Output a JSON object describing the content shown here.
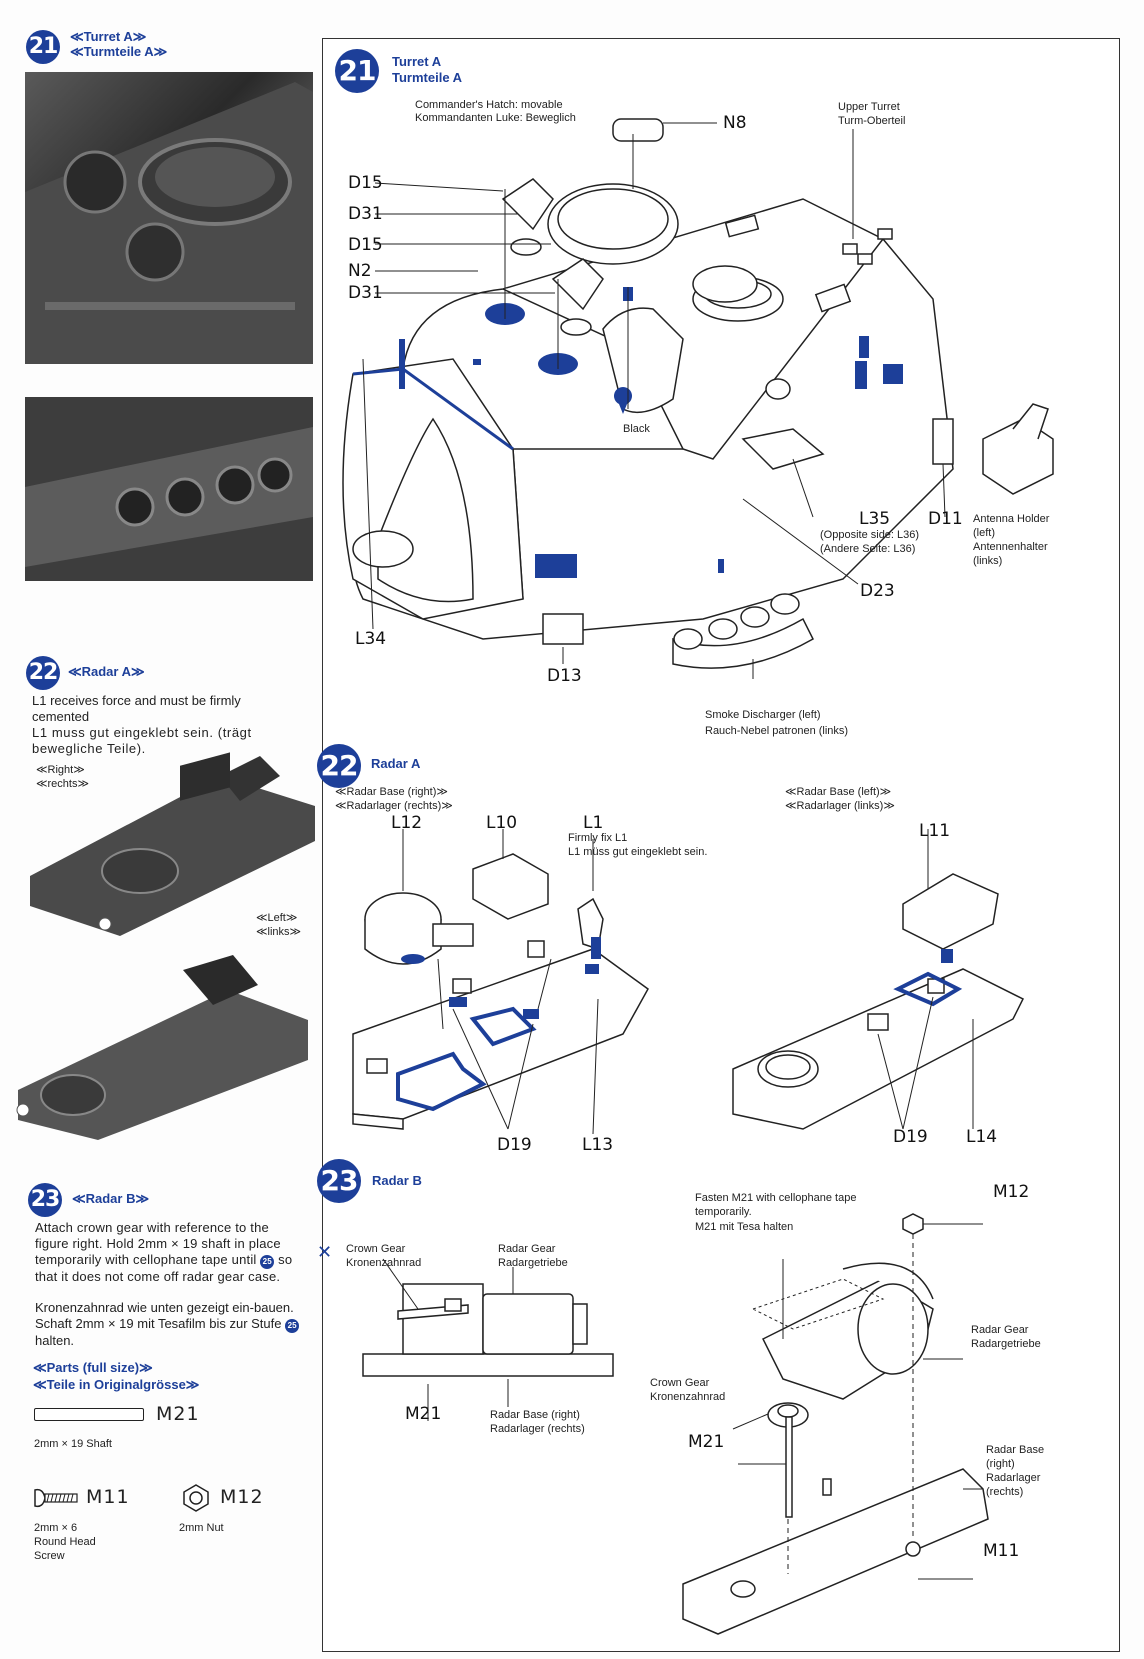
{
  "left": {
    "s21": {
      "num": "21",
      "title_en": "≪Turret A≫",
      "title_de": "≪Turmteile A≫"
    },
    "s22": {
      "num": "22",
      "title": "≪Radar A≫",
      "note_en": "L1 receives force and must be firmly cemented",
      "note_de": "L1 muss gut eingeklebt sein. (trägt bewegliche Teile).",
      "right_en": "≪Right≫",
      "right_de": "≪rechts≫",
      "left_en": "≪Left≫",
      "left_de": "≪links≫"
    },
    "s23": {
      "num": "23",
      "title": "≪Radar B≫",
      "note_en_1": "Attach crown gear with reference to the figure right. Hold 2mm × 19 shaft in place temporarily with cellophane tape until",
      "step_ref": "25",
      "note_en_2": "so that it does not come off radar gear case.",
      "note_de_1": "Kronenzahnrad wie unten gezeigt ein-bauen. Schaft 2mm × 19 mit Tesafilm bis zur Stufe",
      "note_de_2": "halten.",
      "parts_en": "≪Parts (full size)≫",
      "parts_de": "≪Teile in Originalgrösse≫",
      "m21": "M21",
      "m21_desc": "2mm × 19 Shaft",
      "m11": "M11",
      "m11_desc_1": "2mm × 6",
      "m11_desc_2": "Round Head",
      "m11_desc_3": "Screw",
      "m12": "M12",
      "m12_desc": "2mm Nut"
    }
  },
  "panel": {
    "s21": {
      "num": "21",
      "title_en": "Turret A",
      "title_de": "Turmteile A",
      "hatch_en": "Commander's Hatch: movable",
      "hatch_de": "Kommandanten Luke: Beweglich",
      "upper_en": "Upper Turret",
      "upper_de": "Turm-Oberteil",
      "black": "Black",
      "l35_side_en": "(Opposite side: L36)",
      "l35_side_de": "(Andere Seite: L36)",
      "antenna_en_1": "Antenna Holder",
      "antenna_en_2": "(left)",
      "antenna_de_1": "Antennenhalter",
      "antenna_de_2": "(links)",
      "smoke_en": "Smoke Discharger (left)",
      "smoke_de": "Rauch-Nebel patronen (links)",
      "parts": {
        "N8": "N8",
        "D15a": "D15",
        "D31a": "D31",
        "D15b": "D15",
        "N2": "N2",
        "D31b": "D31",
        "L35": "L35",
        "D11": "D11",
        "D23": "D23",
        "L34": "L34",
        "D13": "D13"
      }
    },
    "s22": {
      "num": "22",
      "title": "Radar A",
      "base_r_en": "≪Radar Base (right)≫",
      "base_r_de": "≪Radarlager (rechts)≫",
      "base_l_en": "≪Radar Base (left)≫",
      "base_l_de": "≪Radarlager (links)≫",
      "l1_en": "Firmly fix L1",
      "l1_de": "L1 müss gut eingeklebt sein.",
      "parts": {
        "L12": "L12",
        "L10": "L10",
        "L1": "L1",
        "L11": "L11",
        "D19a": "D19",
        "L13": "L13",
        "D19b": "D19",
        "L14": "L14"
      }
    },
    "s23": {
      "num": "23",
      "title": "Radar B",
      "crown_en": "Crown Gear",
      "crown_de": "Kronenzahnrad",
      "rgear_en": "Radar Gear",
      "rgear_de": "Radargetriebe",
      "base_en": "Radar Base (right)",
      "base_de": "Radarlager (rechts)",
      "tape_en_1": "Fasten M21 with cellophane tape",
      "tape_en_2": "temporarily.",
      "tape_de": "M21 mit Tesa halten",
      "rgear2_en": "Radar Gear",
      "rgear2_de": "Radargetriebe",
      "crown2_en": "Crown Gear",
      "crown2_de": "Kronenzahnrad",
      "base2_en_1": "Radar Base",
      "base2_en_2": "(right)",
      "base2_de_1": "Radarlager",
      "base2_de_2": "(rechts)",
      "parts": {
        "M21a": "M21",
        "M12": "M12",
        "M21b": "M21",
        "M11": "M11"
      }
    }
  },
  "colors": {
    "accent": "#1d3f99",
    "ink": "#222222"
  }
}
